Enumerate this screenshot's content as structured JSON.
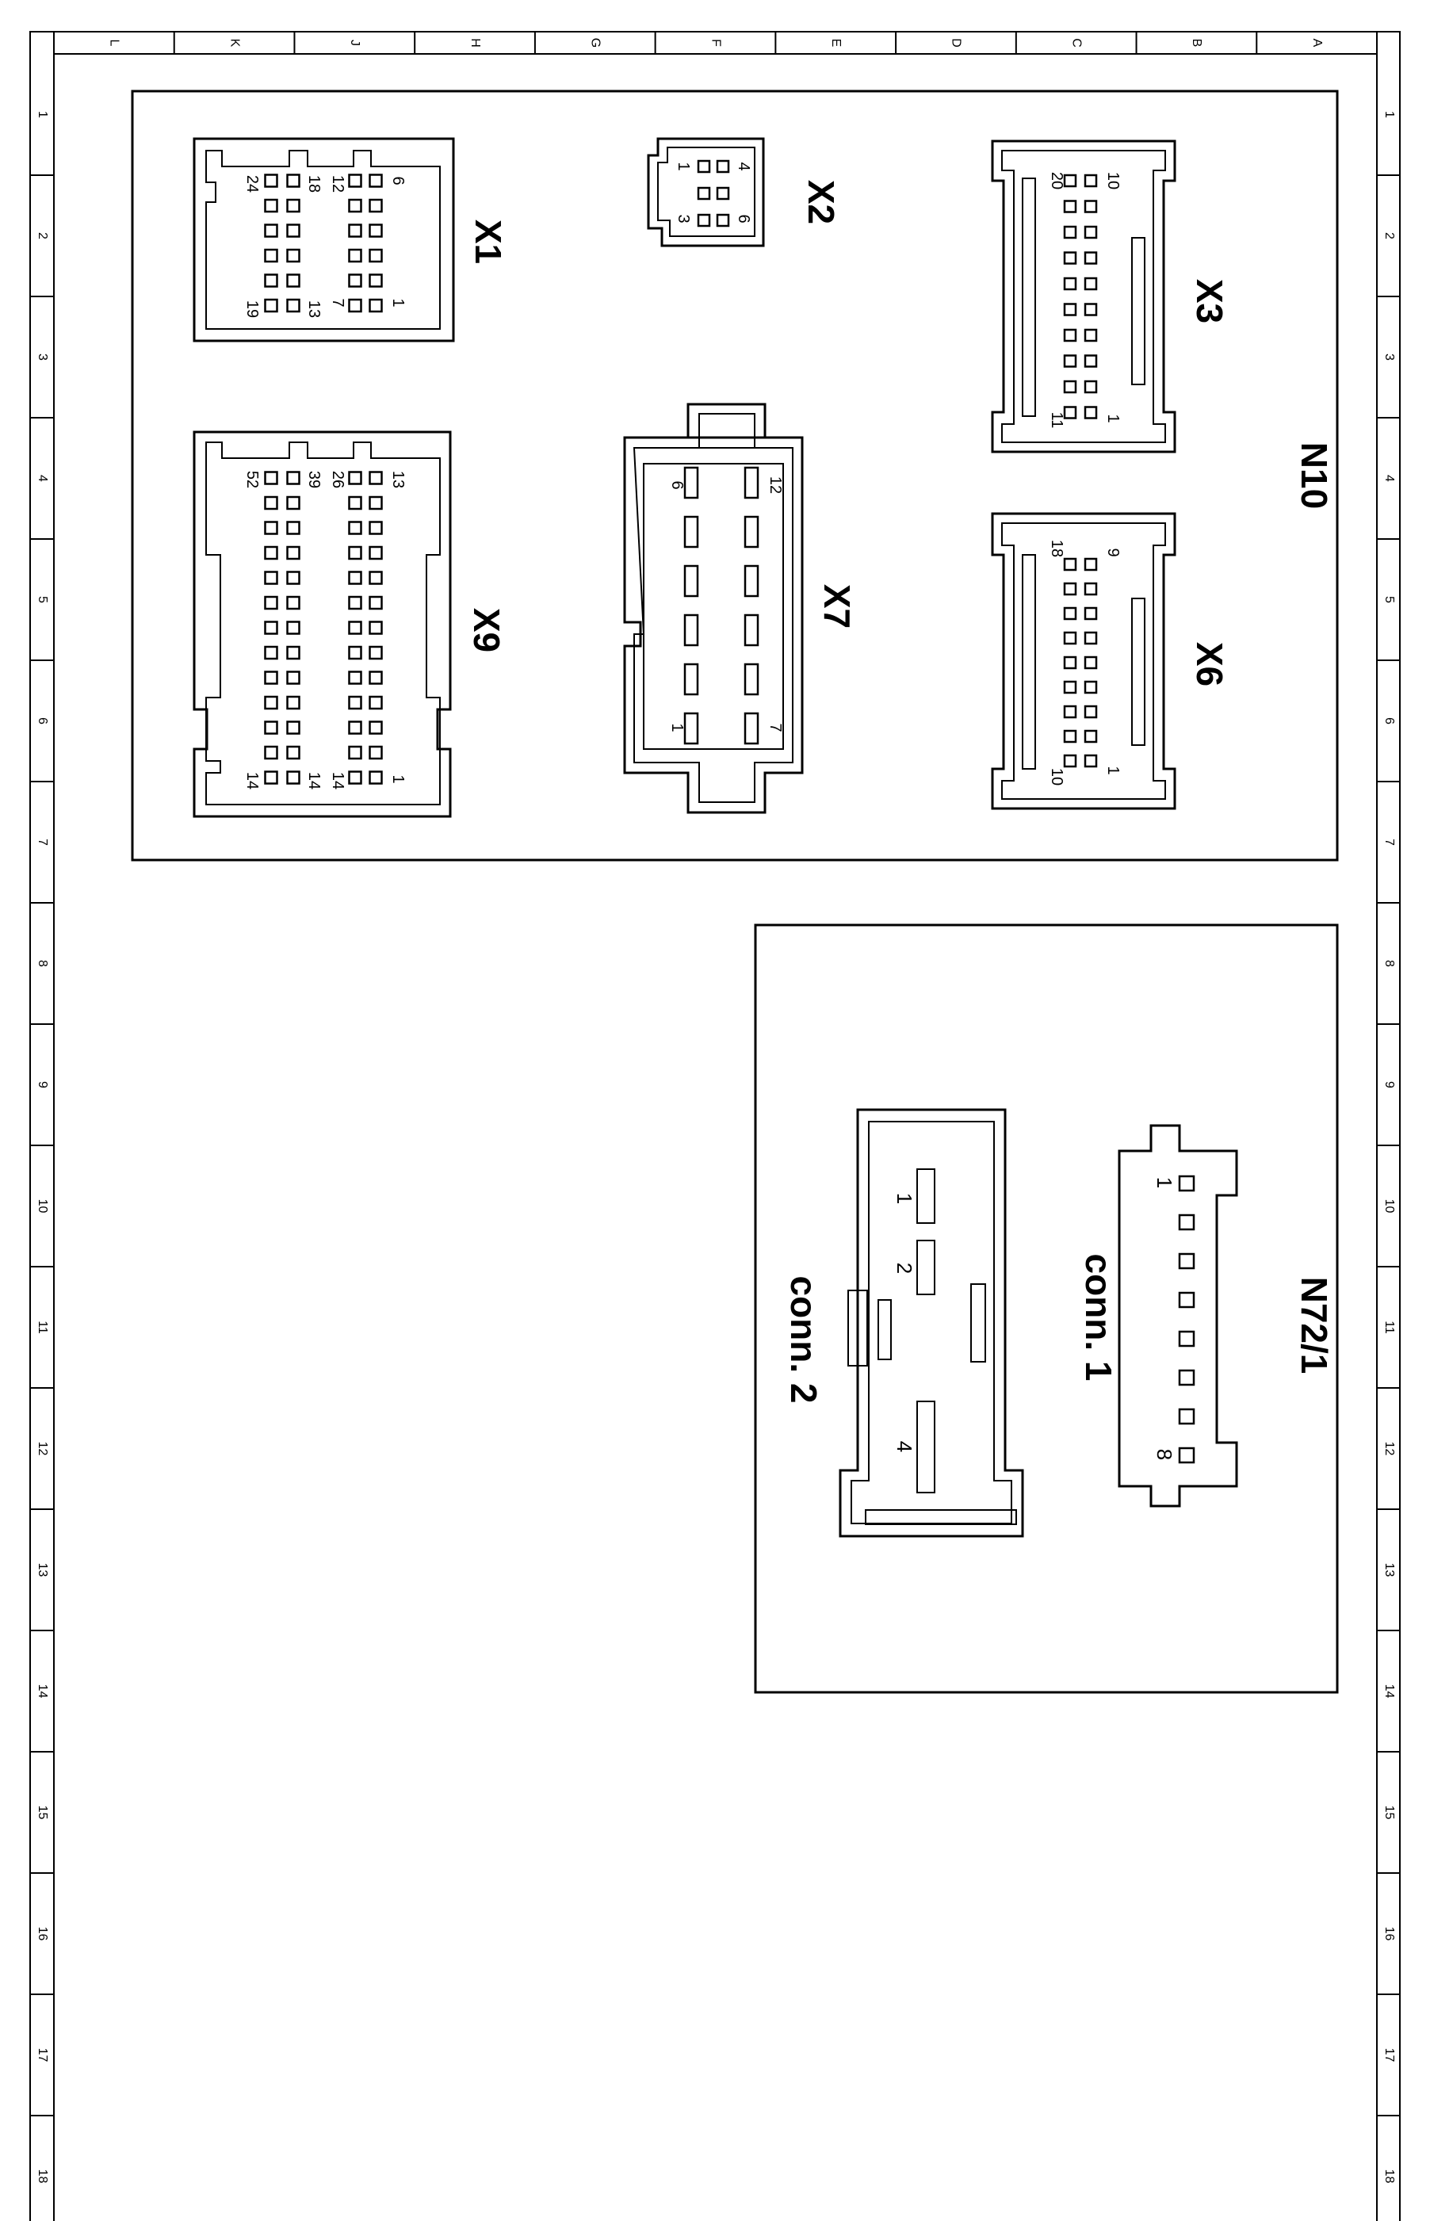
{
  "grid": {
    "columns": [
      "L",
      "K",
      "J",
      "H",
      "G",
      "F",
      "E",
      "D",
      "C",
      "B",
      "A"
    ],
    "rows": [
      "1",
      "2",
      "3",
      "4",
      "5",
      "6",
      "7",
      "8",
      "9",
      "10",
      "11",
      "12",
      "13",
      "14",
      "15",
      "16",
      "17",
      "18"
    ]
  },
  "modules": {
    "n10": "N10",
    "n72": "N72/1"
  },
  "connectors": {
    "x1": {
      "label": "X1",
      "pins": [
        "6",
        "12",
        "18",
        "24",
        "1",
        "7",
        "13",
        "19"
      ]
    },
    "x2": {
      "label": "X2",
      "pins": [
        "4",
        "1",
        "6",
        "3"
      ]
    },
    "x3": {
      "label": "X3",
      "pins": [
        "10",
        "20",
        "1",
        "11"
      ]
    },
    "x9": {
      "label": "X9",
      "pins": [
        "13",
        "26",
        "39",
        "52",
        "1",
        "14",
        "14",
        "14"
      ]
    },
    "x7": {
      "label": "X7",
      "pins": [
        "12",
        "6",
        "7",
        "1"
      ]
    },
    "x6": {
      "label": "X6",
      "pins": [
        "9",
        "18",
        "1",
        "10"
      ]
    },
    "conn1": {
      "label": "conn. 1",
      "pins": [
        "1",
        "8"
      ]
    },
    "conn2": {
      "label": "conn. 2",
      "pins": [
        "1",
        "2",
        "4"
      ]
    }
  }
}
